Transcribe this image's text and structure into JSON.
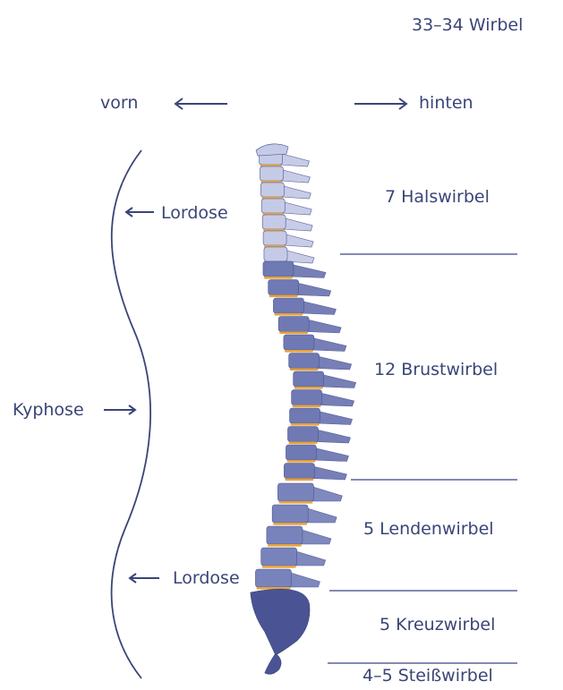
{
  "header": {
    "total": "33–34 Wirbel"
  },
  "direction": {
    "front": "vorn",
    "back": "hinten"
  },
  "curves": {
    "upper": "Lordose",
    "middle": "Kyphose",
    "lower": "Lordose"
  },
  "regions": [
    {
      "label": "7 Halswirbel"
    },
    {
      "label": "12 Brustwirbel"
    },
    {
      "label": "5 Lendenwirbel"
    },
    {
      "label": "5 Kreuzwirbel"
    },
    {
      "label": "4–5 Steißwirbel"
    }
  ],
  "colors": {
    "text": "#3a4577",
    "cervical": "#c5cbe6",
    "thoracic": "#6f79b3",
    "lumbar": "#7983bb",
    "sacral": "#4a5494",
    "disc": "#e8a23a",
    "line": "#5a6499"
  }
}
